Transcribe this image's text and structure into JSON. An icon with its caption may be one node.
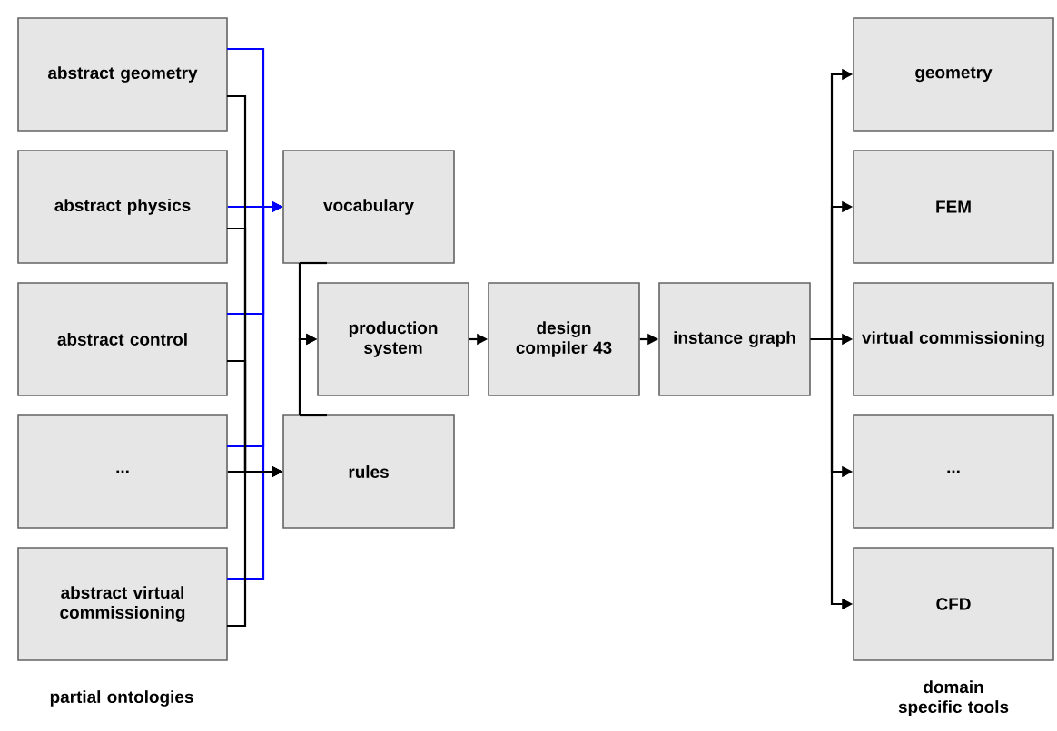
{
  "diagram": {
    "nodes": [
      {
        "text": [
          "abstract geometry"
        ]
      },
      {
        "text": [
          "abstract physics"
        ]
      },
      {
        "text": [
          "abstract control"
        ]
      },
      {
        "text": [
          "..."
        ]
      },
      {
        "text": [
          "abstract virtual commissioning"
        ]
      },
      {
        "text": [
          "vocabulary"
        ]
      },
      {
        "text": [
          "production system"
        ]
      },
      {
        "text": [
          "rules"
        ]
      },
      {
        "text": [
          "design compiler 43"
        ]
      },
      {
        "text": [
          "instance graph"
        ]
      },
      {
        "text": [
          "geometry"
        ]
      },
      {
        "text": [
          "FEM"
        ]
      },
      {
        "text": [
          "virtual commissioning"
        ]
      },
      {
        "text": [
          "..."
        ]
      },
      {
        "text": [
          "CFD"
        ]
      }
    ],
    "edges": [
      {
        "from": 0,
        "to": 5,
        "arrow": "to",
        "color": "#0000ff"
      },
      {
        "from": 1,
        "to": 5,
        "arrow": "to",
        "color": "#0000ff"
      },
      {
        "from": 2,
        "to": 5,
        "arrow": "to",
        "color": "#0000ff"
      },
      {
        "from": 3,
        "to": 5,
        "arrow": "to",
        "color": "#0000ff"
      },
      {
        "from": 4,
        "to": 5,
        "arrow": "to",
        "color": "#0000ff"
      },
      {
        "from": 0,
        "to": 7,
        "arrow": "to"
      },
      {
        "from": 1,
        "to": 7,
        "arrow": "to"
      },
      {
        "from": 2,
        "to": 7,
        "arrow": "to"
      },
      {
        "from": 3,
        "to": 7,
        "arrow": "to"
      },
      {
        "from": 4,
        "to": 7,
        "arrow": "to"
      },
      {
        "from": 5,
        "to": 6,
        "arrow": "to"
      },
      {
        "from": 7,
        "to": 6,
        "arrow": "to"
      },
      {
        "from": 6,
        "to": 8,
        "arrow": "to"
      },
      {
        "from": 8,
        "to": 9,
        "arrow": "to"
      },
      {
        "from": 9,
        "to": 10,
        "arrow": "to"
      },
      {
        "from": 9,
        "to": 11,
        "arrow": "to"
      },
      {
        "from": 9,
        "to": 12,
        "arrow": "to"
      },
      {
        "from": 9,
        "to": 13,
        "arrow": "to"
      },
      {
        "from": 9,
        "to": 14,
        "arrow": "to"
      }
    ],
    "labels": [
      "partial ontologies",
      "domain specific tools"
    ]
  }
}
